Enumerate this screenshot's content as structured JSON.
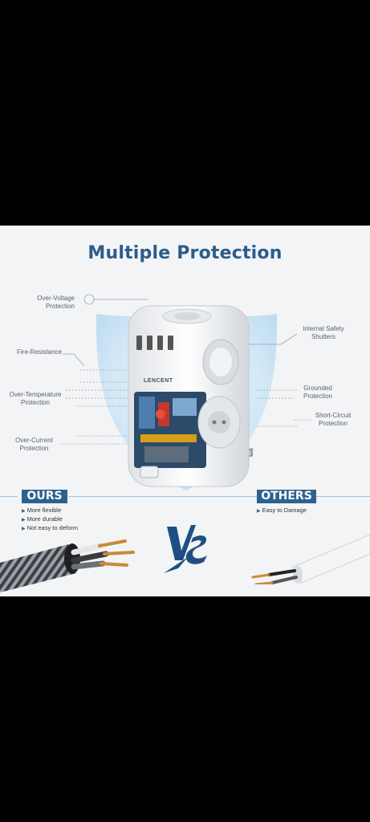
{
  "title": "Multiple Protection",
  "labels_left": [
    "Over-Voltage Protection",
    "Fire-Resistance",
    "Over-Temperature Protection",
    "Over-Current Protection"
  ],
  "labels_right": [
    "Internal Safety Shutters",
    "Grounded Protection",
    "Short-Circuit Protection"
  ],
  "brand": "LENCENT",
  "ours": {
    "tag": "OURS",
    "points": [
      "More flexible",
      "More durable",
      "Not easy to deform"
    ]
  },
  "others": {
    "tag": "OTHERS",
    "points": [
      "Easy to Damage"
    ]
  },
  "vs_text": "VS",
  "colors": {
    "accent": "#2d628f",
    "title": "#2a5d8c",
    "background": "#f3f4f6"
  }
}
